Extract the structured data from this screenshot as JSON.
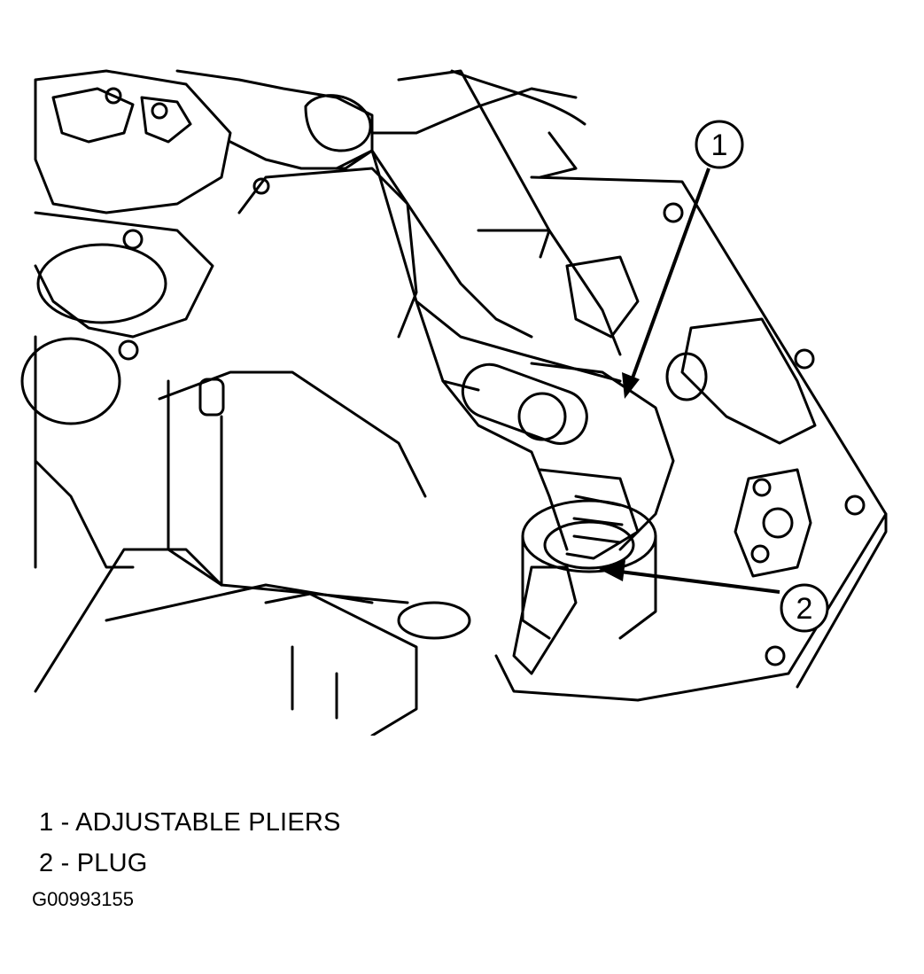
{
  "callouts": [
    {
      "number": "1",
      "label": "ADJUSTABLE PLIERS"
    },
    {
      "number": "2",
      "label": "PLUG"
    }
  ],
  "legend": [
    {
      "number": "1",
      "separator": "-",
      "label": "ADJUSTABLE PLIERS"
    },
    {
      "number": "2",
      "separator": "-",
      "label": "PLUG"
    }
  ],
  "figure_id": "G00993155"
}
